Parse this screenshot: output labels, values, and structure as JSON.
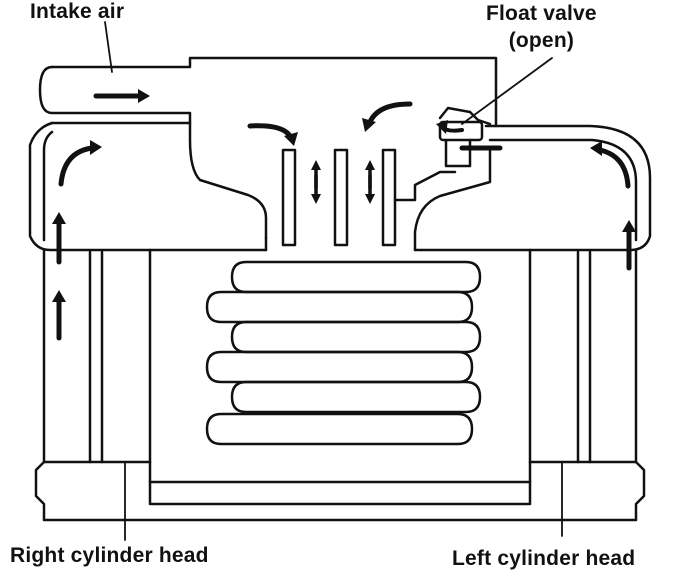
{
  "labels": {
    "intake_air": "Intake air",
    "float_valve_line1": "Float valve",
    "float_valve_line2": "(open)",
    "right_cylinder_head": "Right cylinder head",
    "left_cylinder_head": "Left cylinder head"
  },
  "colors": {
    "ink": "#111111",
    "background": "#ffffff"
  }
}
